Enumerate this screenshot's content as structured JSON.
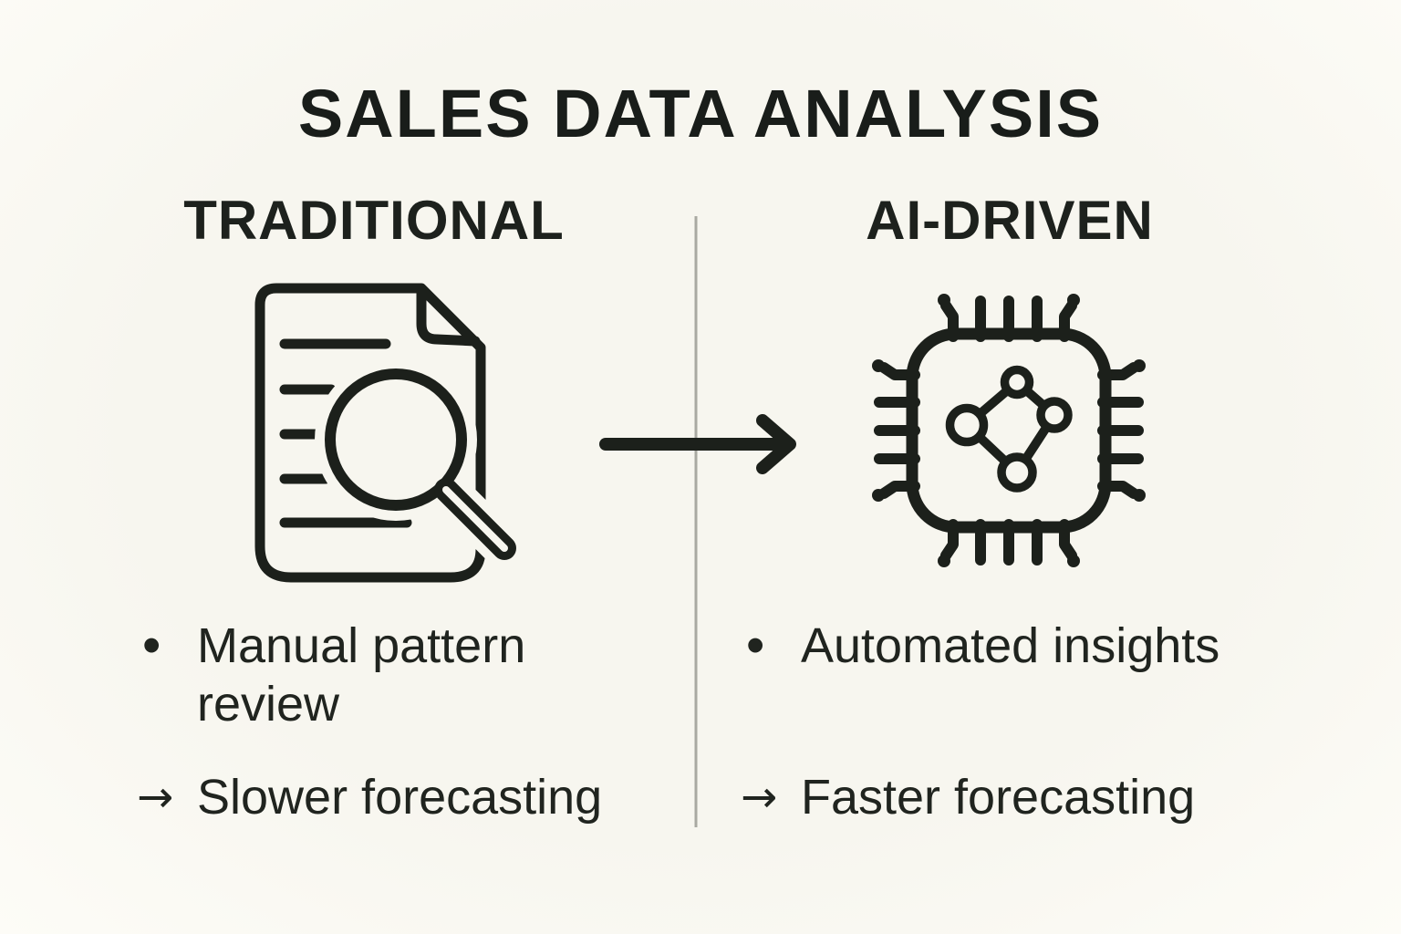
{
  "title": "SALES DATA ANALYSIS",
  "columns": {
    "left": {
      "header": "TRADITIONAL",
      "icon": "document-with-magnifier",
      "bullets": [
        {
          "marker": "•",
          "text": "Manual pattern review"
        },
        {
          "marker": "→",
          "text": "Slower forecasting"
        }
      ]
    },
    "right": {
      "header": "AI-DRIVEN",
      "icon": "ai-chip-with-network",
      "bullets": [
        {
          "marker": "•",
          "text": "Automated insights"
        },
        {
          "marker": "→",
          "text": "Faster forecasting"
        }
      ]
    }
  },
  "colors": {
    "background": "#f7f6ef",
    "ink": "#1c201b",
    "divider": "#a9a9a2"
  }
}
